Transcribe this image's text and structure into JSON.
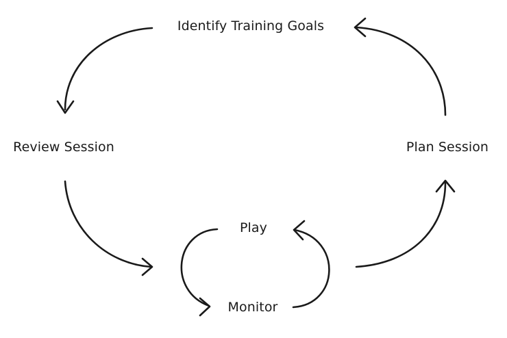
{
  "diagram": {
    "nodes": {
      "identify": "Identify Training Goals",
      "review": "Review Session",
      "plan": "Plan Session",
      "play": "Play",
      "monitor": "Monitor"
    },
    "colors": {
      "stroke": "#1a1a1a",
      "background": "#ffffff"
    }
  }
}
